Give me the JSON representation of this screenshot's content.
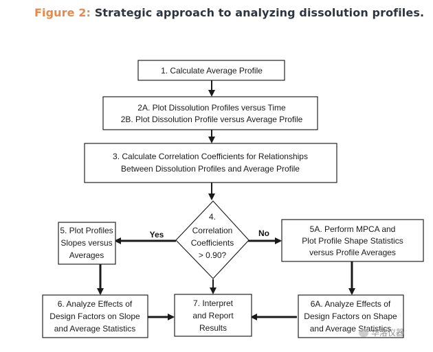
{
  "figure": {
    "label": "Figure 2:",
    "title": "Strategic approach to analyzing dissolution profiles."
  },
  "nodes": {
    "step1": {
      "lines": [
        "1. Calculate Average Profile"
      ]
    },
    "step2": {
      "lines": [
        "2A. Plot Dissolution Profiles versus Time",
        "2B. Plot Dissolution Profile versus Average Profile"
      ]
    },
    "step3": {
      "lines": [
        "3. Calculate Correlation Coefficients for Relationships",
        "Between Dissolution Profiles and Average Profile"
      ]
    },
    "step4": {
      "lines": [
        "4.",
        "Correlation",
        "Coefficients",
        "> 0.90?"
      ]
    },
    "step5": {
      "lines": [
        "5. Plot Profiles",
        "Slopes versus",
        "Averages"
      ]
    },
    "step5a": {
      "lines": [
        "5A. Perform MPCA and",
        "Plot Profile Shape Statistics",
        "versus Profile Averages"
      ]
    },
    "step6": {
      "lines": [
        "6. Analyze Effects of",
        "Design Factors on Slope",
        "and Average Statistics"
      ]
    },
    "step7": {
      "lines": [
        "7. Interpret",
        "and Report",
        "Results"
      ]
    },
    "step6a": {
      "lines": [
        "6A. Analyze Effects of",
        "Design Factors on Shape",
        "and Average Statistics"
      ]
    }
  },
  "branches": {
    "yes": "Yes",
    "no": "No"
  },
  "watermark": {
    "text": "华溶仪器"
  },
  "colors": {
    "caption_label": "#e58a4a",
    "caption_text": "#2e3540",
    "box_stroke": "#222222",
    "arrow": "#1a1a1a"
  }
}
